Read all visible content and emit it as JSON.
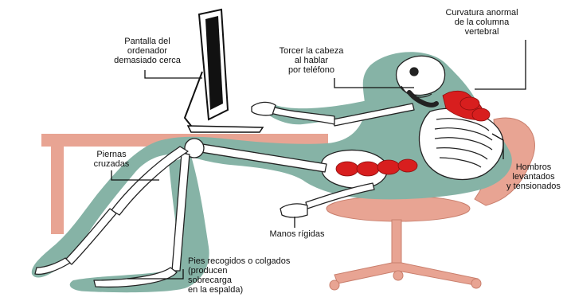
{
  "labels": {
    "curvatura": "Curvatura anormal\nde la columna\nvertebral",
    "pantalla": "Pantalla del\nordenador\ndemasiado cerca",
    "torcer": "Torcer la cabeza\nal hablar\npor teléfono",
    "piernas": "Piernas\ncruzadas",
    "hombros": "Hombros\nlevantados\ny tensionados",
    "manos": "Manos rígidas",
    "pies": "Pies recogidos o colgados\n(producen\nsobrecarga\nen la espalda)"
  },
  "colors": {
    "silhouette": "#86b3a6",
    "furniture": "#e8a493",
    "bone_fill": "#ffffff",
    "bone_stroke": "#222222",
    "stress": "#d81e1e",
    "leader": "#111111"
  }
}
